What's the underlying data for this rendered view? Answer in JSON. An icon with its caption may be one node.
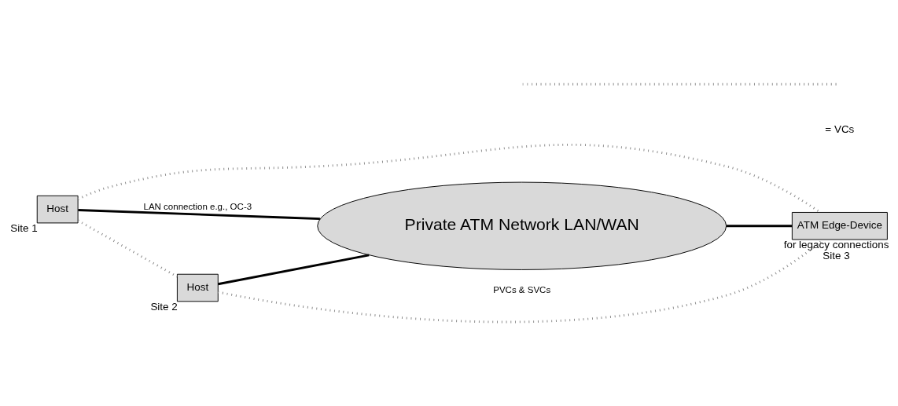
{
  "diagram": {
    "nodes": [
      {
        "text": [
          "Host"
        ],
        "beside": [
          "Site 1"
        ]
      },
      {
        "text": [
          "Private ATM Network LAN/WAN"
        ]
      },
      {
        "text": [
          "ATM Edge-Device"
        ],
        "beside": [
          "for legacy connections",
          "Site 3"
        ]
      },
      {
        "text": [
          "Host"
        ],
        "beside": [
          "Site 2"
        ]
      }
    ],
    "edges": [
      {
        "from": 0,
        "to": 1,
        "arrow": "none",
        "label": "LAN connection e.g., OC-3"
      },
      {
        "from": 3,
        "to": 1,
        "arrow": "none"
      },
      {
        "from": 1,
        "to": 2,
        "arrow": "none"
      },
      {
        "from": 0,
        "to": 2,
        "arrow": "none",
        "style": "dashed",
        "color": "#888888"
      },
      {
        "from": 0,
        "to": 3,
        "arrow": "none",
        "style": "dashed",
        "color": "#888888"
      },
      {
        "from": 3,
        "to": 2,
        "arrow": "none",
        "style": "dashed",
        "color": "#888888",
        "label": "PVCs & SVCs"
      }
    ],
    "legend": [
      {
        "text": "= VCs"
      }
    ]
  }
}
